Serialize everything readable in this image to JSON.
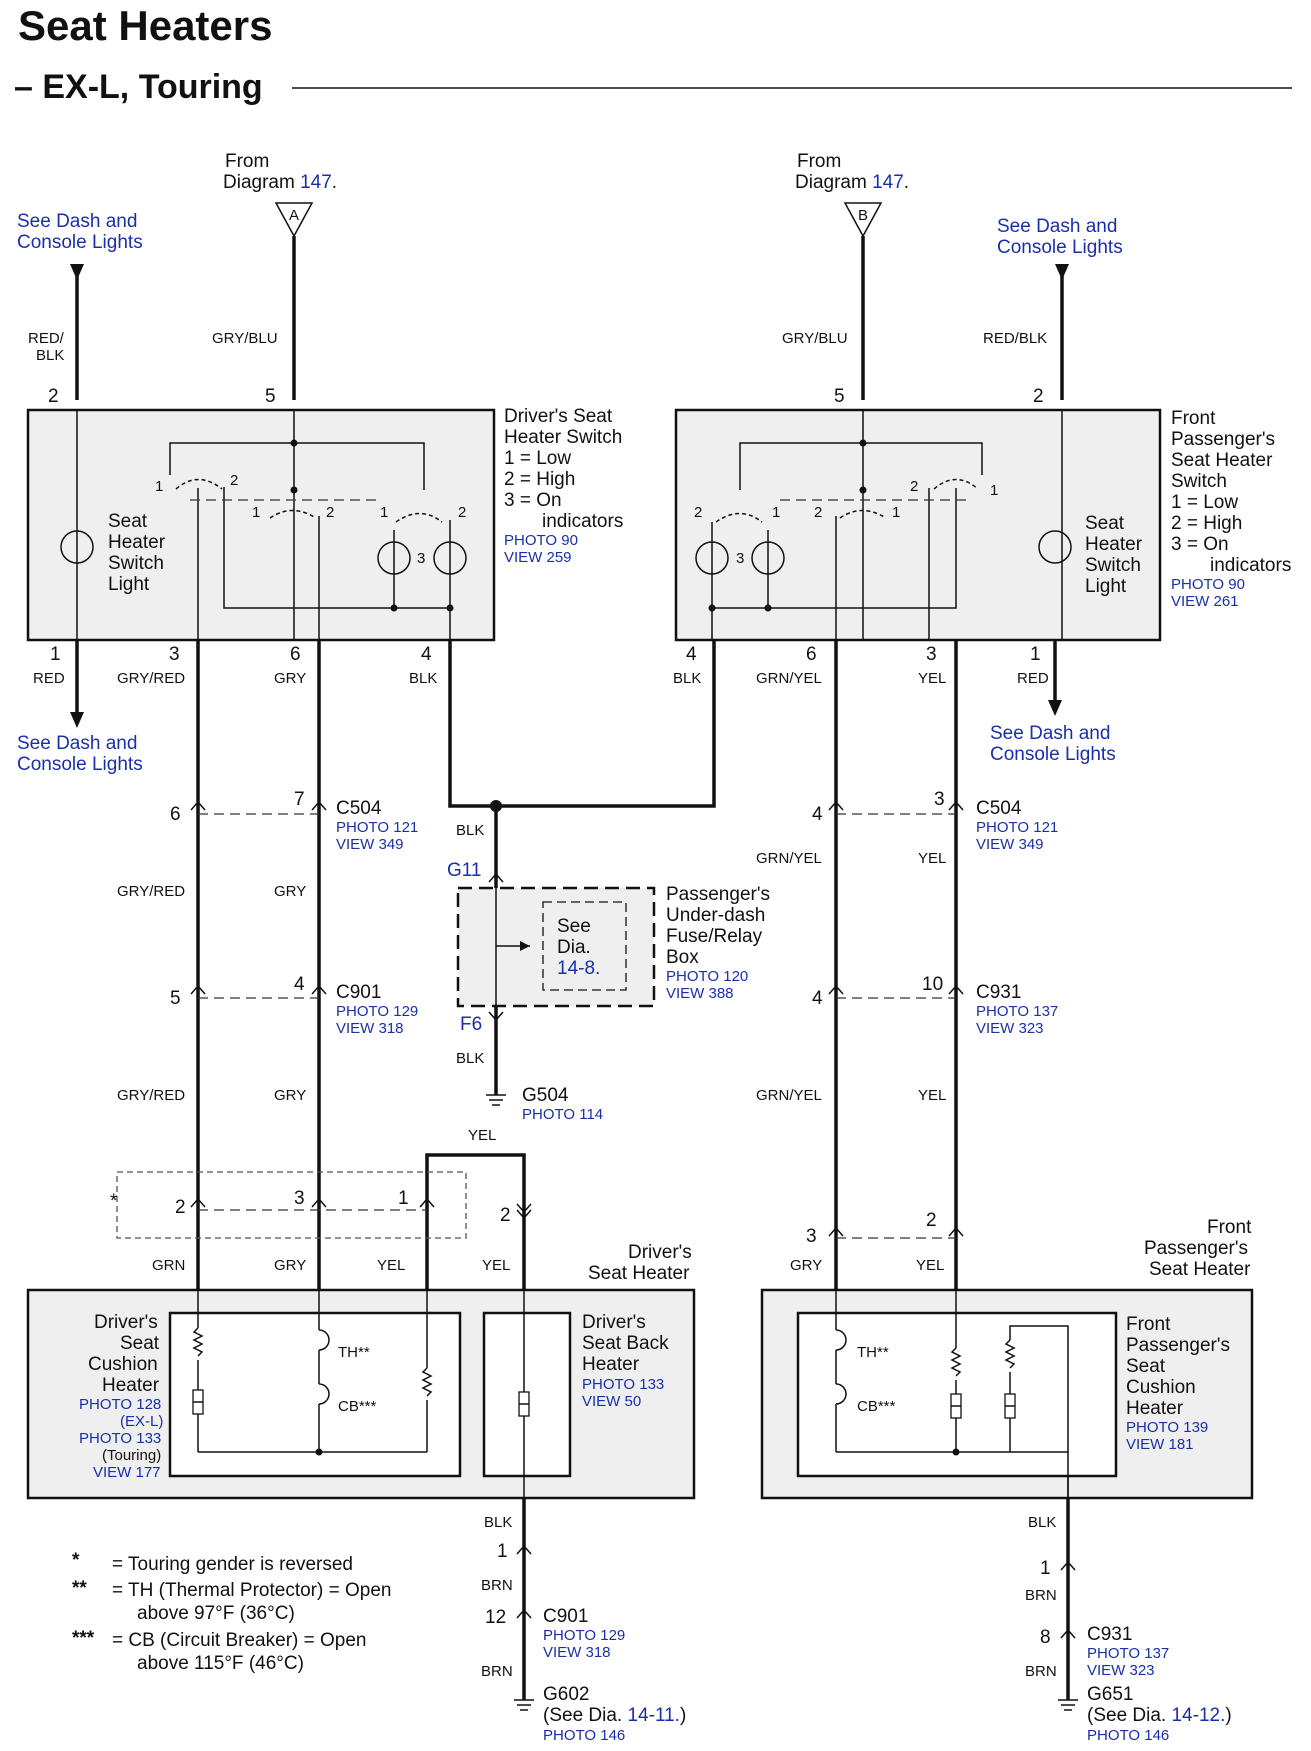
{
  "title": "Seat Heaters",
  "subtitle": "– EX-L, Touring",
  "colors": {
    "link": "#1a2faa",
    "box_fill": "#efefef",
    "line": "#111111"
  },
  "from_left": {
    "from": "From",
    "diagram": "Diagram",
    "num": "147",
    "dot": ".",
    "marker": "A"
  },
  "from_right": {
    "from": "From",
    "diagram": "Diagram",
    "num": "147",
    "dot": ".",
    "marker": "B"
  },
  "see_dash": {
    "l1": "See Dash and",
    "l2": "Console Lights"
  },
  "driver_switch": {
    "name": [
      "Driver's Seat",
      "Heater Switch",
      "1 = Low",
      "2 = High",
      "3 = On",
      "indicators"
    ],
    "photo": "PHOTO 90",
    "view": "VIEW 259",
    "light": [
      "Seat",
      "Heater",
      "Switch",
      "Light"
    ]
  },
  "pass_switch": {
    "name": [
      "Front",
      "Passenger's",
      "Seat Heater",
      "Switch",
      "1 = Low",
      "2 = High",
      "3 = On",
      "indicators"
    ],
    "photo": "PHOTO 90",
    "view": "VIEW 261",
    "light": [
      "Seat",
      "Heater",
      "Switch",
      "Light"
    ]
  },
  "wires": {
    "red_blk": [
      "RED/",
      "BLK"
    ],
    "red_blk2": "RED/BLK",
    "gry_blu": "GRY/BLU",
    "red": "RED",
    "gry_red": "GRY/RED",
    "gry": "GRY",
    "blk": "BLK",
    "grn_yel": "GRN/YEL",
    "yel": "YEL",
    "grn": "GRN",
    "brn": "BRN"
  },
  "pins": {
    "d2": "2",
    "d5": "5",
    "d1": "1",
    "d3": "3",
    "d6": "6",
    "d4": "4",
    "p5": "5",
    "p2": "2",
    "p4": "4",
    "p6": "6",
    "p3": "3",
    "p1": "1",
    "sw1": "1",
    "sw2": "2",
    "sw3": "3",
    "c504_l6": "6",
    "c504_l7": "7",
    "c504_r4": "4",
    "c504_r3": "3",
    "c901_l5": "5",
    "c901_l4": "4",
    "c931_r4": "4",
    "c931_r10": "10",
    "dh2": "2",
    "dh3": "3",
    "dh1": "1",
    "db2": "2",
    "ph3": "3",
    "ph2": "2",
    "g602_1": "1",
    "g602_12": "12",
    "g651_1": "1",
    "g651_8": "8"
  },
  "connectors": {
    "c504_l": {
      "name": "C504",
      "photo": "PHOTO 121",
      "view": "VIEW 349"
    },
    "c901_l": {
      "name": "C901",
      "photo": "PHOTO 129",
      "view": "VIEW 318"
    },
    "c504_r": {
      "name": "C504",
      "photo": "PHOTO 121",
      "view": "VIEW 349"
    },
    "c931_r": {
      "name": "C931",
      "photo": "PHOTO 137",
      "view": "VIEW 323"
    },
    "c901_b": {
      "name": "C901",
      "photo": "PHOTO 129",
      "view": "VIEW 318"
    },
    "c931_b": {
      "name": "C931",
      "photo": "PHOTO 137",
      "view": "VIEW 323"
    }
  },
  "fuse_box": {
    "g11": "G11",
    "f6": "F6",
    "see": [
      "See",
      "Dia.",
      "14-8."
    ],
    "name": [
      "Passenger's",
      "Under-dash",
      "Fuse/Relay",
      "Box"
    ],
    "photo": "PHOTO 120",
    "view": "VIEW 388"
  },
  "grounds": {
    "g504": {
      "name": "G504",
      "photo": "PHOTO 114"
    },
    "g602": {
      "name": "G602",
      "see": "(See Dia.",
      "ref": "14-11.",
      "close": ")",
      "photo": "PHOTO 146"
    },
    "g651": {
      "name": "G651",
      "see": "(See Dia.",
      "ref": "14-12.",
      "close": ")",
      "photo": "PHOTO 146"
    }
  },
  "star": "*",
  "driver_heater": {
    "label": [
      "Driver's",
      "Seat Heater"
    ],
    "cushion": [
      "Driver's",
      "Seat",
      "Cushion",
      "Heater"
    ],
    "cushion_photo1": "PHOTO 128",
    "cushion_exl": "(EX-L)",
    "cushion_photo2": "PHOTO 133",
    "cushion_touring": "(Touring)",
    "cushion_view": "VIEW 177",
    "back": [
      "Driver's",
      "Seat Back",
      "Heater"
    ],
    "back_photo": "PHOTO 133",
    "back_view": "VIEW 50",
    "th": "TH**",
    "cb": "CB***"
  },
  "pass_heater": {
    "label": [
      "Front",
      "Passenger's",
      "Seat Heater"
    ],
    "cushion": [
      "Front",
      "Passenger's",
      "Seat",
      "Cushion",
      "Heater"
    ],
    "photo": "PHOTO 139",
    "view": "VIEW 181",
    "th": "TH**",
    "cb": "CB***"
  },
  "notes": [
    {
      "mark": "*",
      "text": [
        "= Touring gender is reversed"
      ]
    },
    {
      "mark": "**",
      "text": [
        "= TH (Thermal Protector) = Open",
        "above 97°F (36°C)"
      ]
    },
    {
      "mark": "***",
      "text": [
        "= CB (Circuit Breaker) = Open",
        "above 115°F (46°C)"
      ]
    }
  ]
}
